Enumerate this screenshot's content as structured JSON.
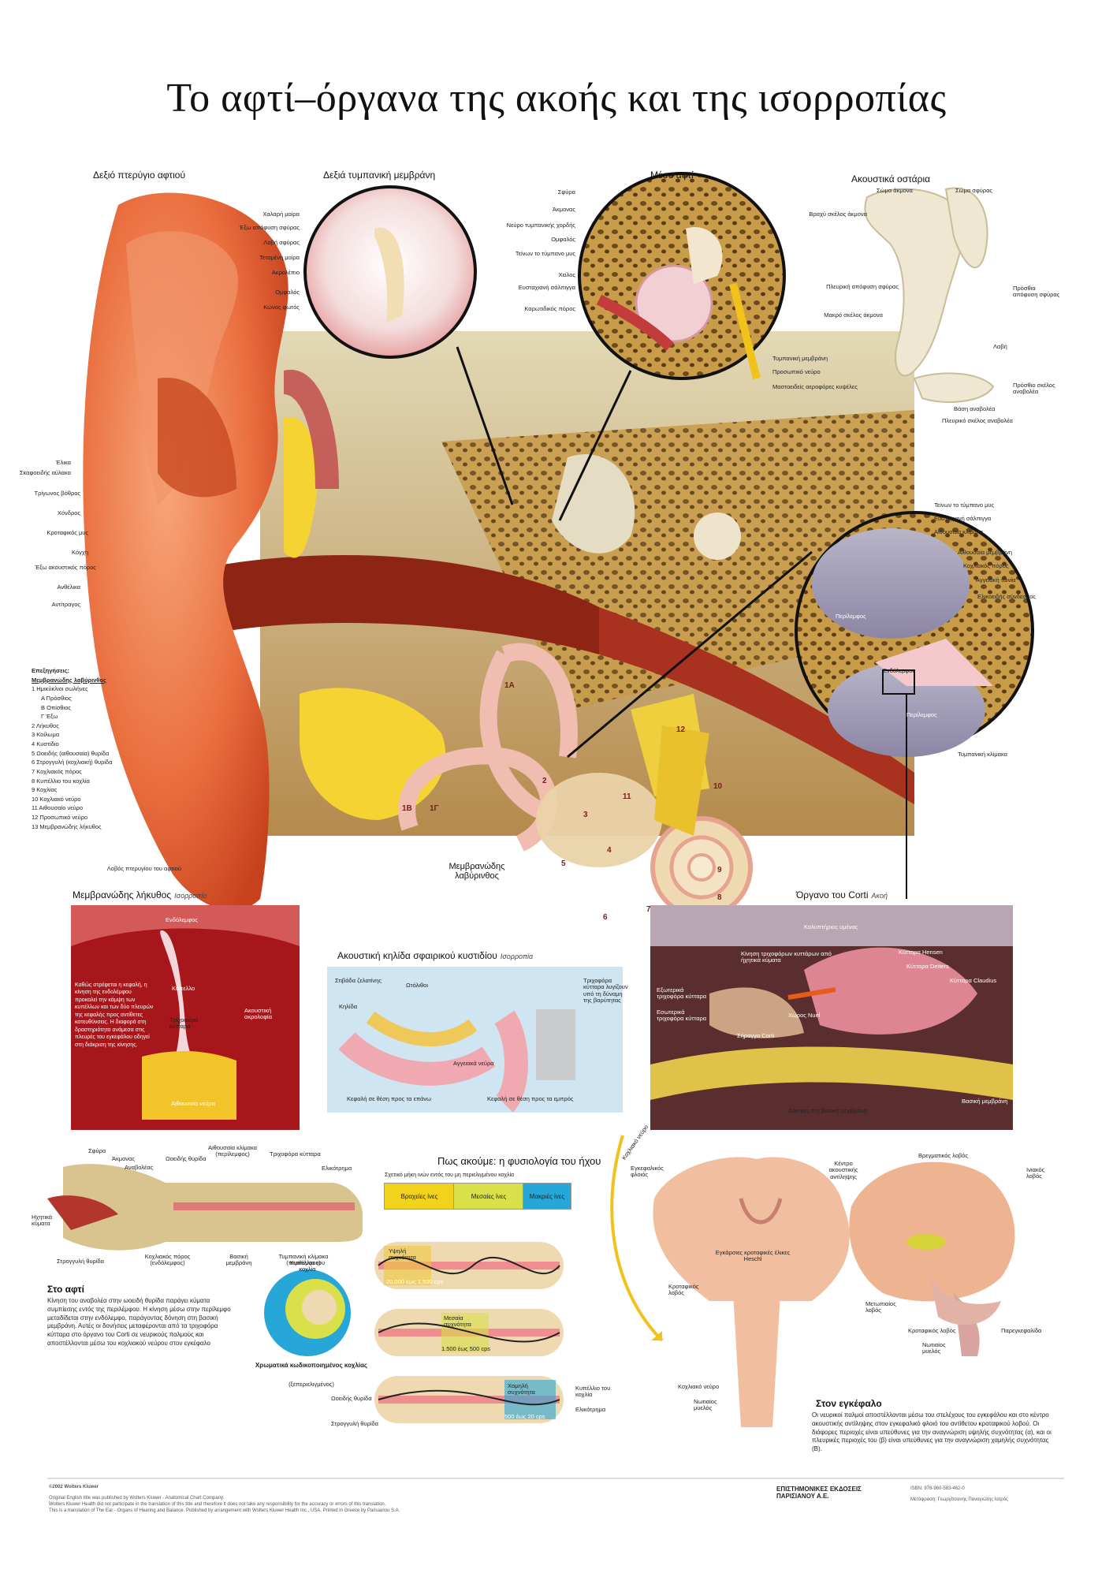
{
  "title": "Το αφτί–όργανα της ακοής και της ισορροπίας",
  "sections": {
    "pinna": "Δεξιό πτερύγιο αφτιού",
    "tympanic": "Δεξιά τυμπανική μεμβράνη",
    "middle_ear": "Μέσο αφτί",
    "ossicles": "Ακουστικά οστάρια",
    "ampulla": "Μεμβρανώδης λήκυθος",
    "ampulla_note": "Ισορροπία",
    "macula": "Ακουστική κηλίδα σφαιρικού κυστιδίου",
    "macula_note": "Ισορροπία",
    "corti": "Όργανο του Corti",
    "corti_note": "Ακοή",
    "physiology": "Πως ακούμε: η φυσιολογία του ήχου",
    "in_ear": "Στο αφτί",
    "in_brain": "Στον εγκέφαλο",
    "labyrinth": "Μεμβρανώδης λαβύρινθος"
  },
  "pinna_labels": [
    "Έλικα",
    "Σκαφοειδής αύλακα",
    "Τρίγωνος βόθρος",
    "Χόνδρος",
    "Κροταφικός μυς",
    "Κόγχη",
    "Έξω ακουστικός πόρος",
    "Ανθέλικα",
    "Αντίτραγος",
    "Λοβός πτερυγίου του αφτιού"
  ],
  "tympanic_labels": [
    "Χαλαρή μοίρα",
    "Έξω απόφυση σφύρας",
    "Λαβή σφύρας",
    "Τεταμένη μοίρα",
    "Ακρολέπιο",
    "Ομφαλός",
    "Κώνος φωτός"
  ],
  "middle_labels": [
    "Σφύρα",
    "Άκμονας",
    "Νεύρο τυμπανικής χορδής",
    "Ομφαλός",
    "Τείνων το τύμπανο μυς",
    "Χείλος",
    "Ευσταχιανή σάλπιγγα",
    "Καρωτιδικός πόρος",
    "Τυμπανική μεμβράνη",
    "Προσωπικό νεύρο",
    "Μαστοειδείς αεροφόρες κυψέλες"
  ],
  "ossicle_labels": [
    "Σώμα άκμονα",
    "Σώμα σφύρας",
    "Βραχύ σκέλος άκμονα",
    "Πλευρική απόφυση σφύρας",
    "Μακρό σκέλος άκμονα",
    "Πρόσθια απόφυση σφύρας",
    "Λαβή",
    "Πρόσθιο σκέλος αναβολέα",
    "Βάση αναβολέα",
    "Πλευρικό σκέλος αναβολέα"
  ],
  "right_labels": [
    "Τείνων το τύμπανο μυς",
    "Ευσταχιανή σάλπιγγα",
    "Αιθουσαία κλίμακα",
    "Αιθουσαία μεμβράνη",
    "Κοχλιακός πόρος",
    "Αγγειακή ταινία",
    "Ελικοειδής σύνδεσμος",
    "Τυμπανική κλίμακα"
  ],
  "cochlea_inner": [
    "Περίλεμφος",
    "Ενδόλεμφος",
    "Περίλεμφος"
  ],
  "legend": {
    "heading": "Επεξηγήσεις:",
    "subheading": "Μεμβρανώδης λαβύρινθος",
    "items": [
      "1 Ημικύκλιοι σωλήνες",
      "Α Πρόσθιος",
      "Β Οπίσθιος",
      "Γ Έξω",
      "2 Λήκυθος",
      "3 Κοίλωμα",
      "4 Κυστίδιο",
      "5 Ωοειδής (αιθουσαία) θυρίδα",
      "6 Στρογγυλή (κοχλιακή) θυρίδα",
      "7 Κοχλιακός πόρος",
      "8 Κυπέλλιο του κοχλία",
      "9 Κοχλίας",
      "10 Κοχλιακό νεύρο",
      "11 Αιθουσαίο νεύρο",
      "12 Προσωπικό νεύρο",
      "13 Μεμβρανώδης λήκυθος"
    ]
  },
  "ampulla_labels": [
    "Ενδόλεμφος",
    "Κύπελλο",
    "Τριχοφόρα κύτταρα",
    "Ακουστική ακρολοφία",
    "Αιθουσαία νεύρα"
  ],
  "ampulla_text": "Καθώς στρέφεται η κεφαλή, η κίνηση της ενδολέμφου προκαλεί την κάμψη των κυπέλλων και των δύο πλευρών της κεφαλής προς αντίθετες κατευθύνσεις. Η διαφορά στη δραστηριότητα ανάμεσα στις πλευρές του εγκεφάλου οδηγεί στη διάκριση της κίνησης.",
  "macula_labels": [
    "Στιβάδα ζελατίνης",
    "Ωτόλιθοι",
    "Κηλίδα",
    "Αγγειακά νεύρα",
    "Τριχοφόρα κύτταρα λυγίζουν υπό τη δύναμη της βαρύτητας",
    "Κεφαλή σε θέση προς τα επάνω",
    "Κεφαλή σε θέση προς τα εμπρός"
  ],
  "corti_labels": [
    "Καλυπτήριος υμένας",
    "Κίνηση τριχοφόρων κυττάρων από ήχητικά κύματα",
    "Κύτταρα Hensen",
    "Κύτταρα Deiters",
    "Κύτταρα Claudius",
    "Εξωτερικά τριχοφόρα κύτταρα",
    "Εσωτερικά τριχοφόρα κύτταρα",
    "Χώρος Nuel",
    "Σήραγγα Corti",
    "Δόνηση στη βασική μεμβράνη",
    "Βασική μεμβράνη",
    "Κοχλιακό νεύρο"
  ],
  "phys_ear_labels": [
    "Σφύρα",
    "Άκμονας",
    "Αναβολέας",
    "Ωοειδής θυρίδα",
    "Αιθουσαία κλίμακα (περίλεμφος)",
    "Τριχοφόρα κύτταρα",
    "Ελικότρημα",
    "Ηχητικά κύματα",
    "Στρογγυλή θυρίδα",
    "Κοχλιακός πόρος (ενδόλεμφος)",
    "Βασική μεμβράνη",
    "Τυμπανική κλίμακα (περίλεμφος)"
  ],
  "frequency": {
    "caption": "Σχετικό μήκη ινών εντός του μη περιελιγμένου κοχλία",
    "bars": [
      "Βραχείες ίνες",
      "Μεσαίες ίνες",
      "Μακριές ίνες"
    ],
    "bar_colors": [
      "#f3d21c",
      "#d9e04a",
      "#27a7d8"
    ],
    "rows": [
      {
        "band": "Υψηλή συχνότητα",
        "range": "20.000 έως 1.500 cps"
      },
      {
        "band": "Μεσαία συχνότητα",
        "range": "1.500 έως 500 cps"
      },
      {
        "band": "Χαμηλή συχνότητα",
        "range": "500 έως 20 cps"
      }
    ],
    "side_labels": [
      "Κυπέλλιο του κοχλία",
      "Ελικότρημα",
      "Ωοειδής θυρίδα",
      "Στρογγυλή θυρίδα"
    ]
  },
  "coded_cochlea": {
    "label": "Χρωματικά κωδικοποιημένος κοχλίας",
    "sub": "(ξεπεριελιγμένος)",
    "top": "Κυπέλλιο του κοχλία"
  },
  "in_ear_text": "Κίνηση του αναβολέα στην ωοειδή θυρίδα παράγει κύματα συμπίεσης εντός της περιλέμφου. Η κίνηση μέσω στην περίλεμφο μεταδίδεται στην ενδόλεμφο, παράγοντας δόνηση στη βασική μεμβράνη. Αυτές οι δονήσεις μεταφέρονται από τα τριχοφόρα κύτταρα στο όργανο του Corti σε νευρικούς παλμούς και αποστέλλονται μέσω του κοχλιακού νεύρου στον εγκέφαλο",
  "brain_labels": [
    "Εγκεφαλικός φλοιός",
    "Κέντρο ακουστικής αντίληψης",
    "Βρεγματικός λοβός",
    "Ινιακός λοβός",
    "Εγκάρσιες κροταφικές έλικες Heschl",
    "Κροταφικός λοβός",
    "Μετωπιαίος λοβός",
    "Κροταφικός λοβός",
    "Νωτιαίος μυελός",
    "Παρεγκεφαλίδα",
    "Κοχλιακό νεύρο",
    "Νωτιαίος μυελός"
  ],
  "in_brain_text": "Οι νευρικοί παλμοί αποστέλλονται μέσω του στελέχους του εγκεφάλου και στο κέντρο ακουστικής αντίληψης στον εγκεφαλικό φλοιό του αντίθετου κροταφικού λοβού. Οι διάφορες περιοχές είναι υπεύθυνες για την αναγνώριση υψηλής συχνότητας (α), και οι πλευρικές περιοχές του (β) είναι υπεύθυνες για την αναγνώριση χαμηλής συχνότητας (Β).",
  "footer": {
    "copyright": "©2002 Wolters Kluwer",
    "lines": [
      "Original English title was published by Wolters Kluwer - Anatomical Chart Company.",
      "Wolters Kluwer Health did not participate in the translation of this title and therefore it does not take any responsibility for the accuracy or errors of this translation.",
      "This is a translation of The Ear - Organs of Hearing and Balance. Published by arrangement with Wolters Kluwer Health Inc., USA. Printed in Greece by Parisianou S.A."
    ],
    "publisher": "ΕΠΙΣΤΗΜΟΝΙΚΕΣ ΕΚΔΟΣΕΙΣ ΠΑΡΙΣΙΑΝΟΥ Α.Ε.",
    "isbn": "ISBN: 978-960-583-462-0",
    "translator": "Μετάφραση: Γεωργίτσανης Παναγιώτης Ιατρός"
  }
}
